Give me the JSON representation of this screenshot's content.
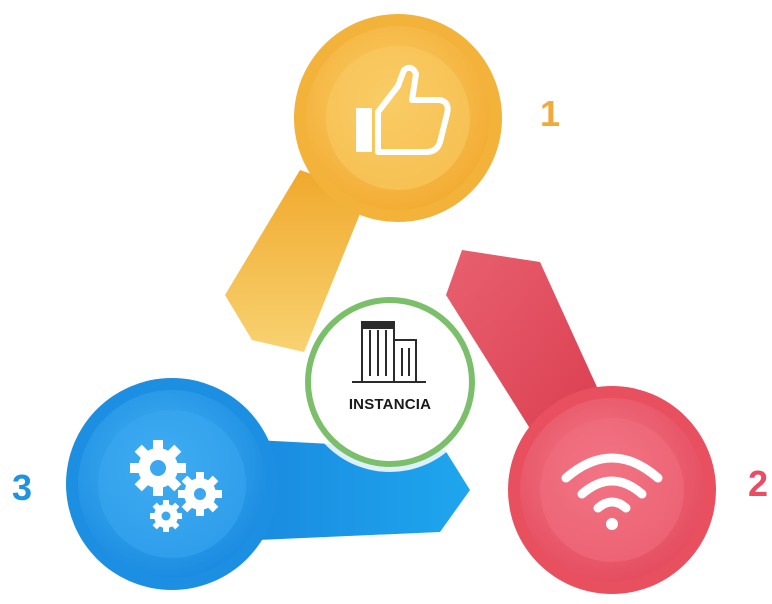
{
  "center": {
    "label": "INSTANCIA",
    "icon": "buildings-icon",
    "ring_color": "#7cbf6a"
  },
  "nodes": [
    {
      "number": "1",
      "icon": "thumbs-up-icon",
      "color": "#f5b63e",
      "number_color": "#f2a93b"
    },
    {
      "number": "2",
      "icon": "wifi-icon",
      "color": "#ec5a6c",
      "number_color": "#ea4d63"
    },
    {
      "number": "3",
      "icon": "gears-icon",
      "color": "#2196e8",
      "number_color": "#1e93e2"
    }
  ]
}
